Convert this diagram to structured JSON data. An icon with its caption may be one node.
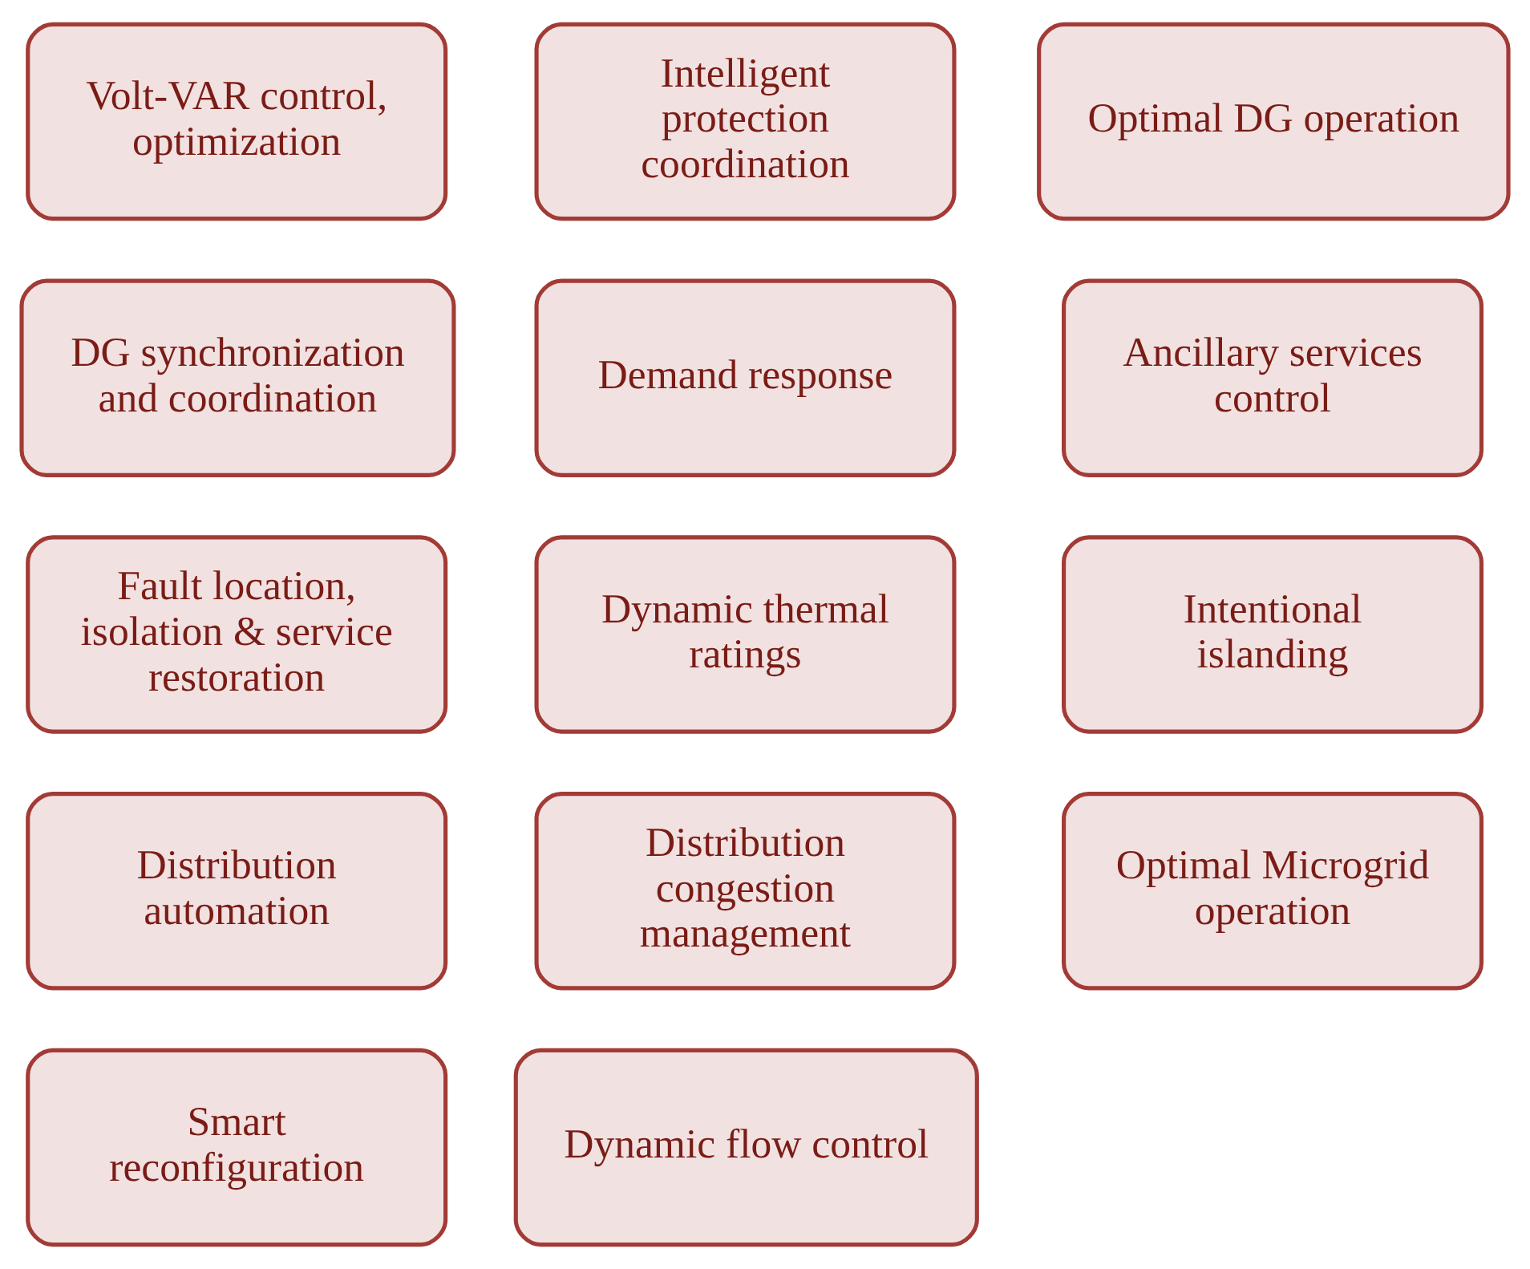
{
  "diagram": {
    "nodes": [
      {
        "text": [
          "Volt-VAR control, optimization"
        ]
      },
      {
        "text": [
          "Intelligent protection coordination"
        ]
      },
      {
        "text": [
          "Optimal DG operation"
        ]
      },
      {
        "text": [
          "DG synchronization and coordination"
        ]
      },
      {
        "text": [
          "Demand response"
        ]
      },
      {
        "text": [
          "Ancillary services control"
        ]
      },
      {
        "text": [
          "Fault location, isolation & service restoration"
        ]
      },
      {
        "text": [
          "Dynamic thermal ratings"
        ]
      },
      {
        "text": [
          "Intentional islanding"
        ]
      },
      {
        "text": [
          "Distribution automation"
        ]
      },
      {
        "text": [
          "Distribution congestion management"
        ]
      },
      {
        "text": [
          "Optimal Microgrid operation"
        ]
      },
      {
        "text": [
          "Smart reconfiguration"
        ]
      },
      {
        "text": [
          "Dynamic flow control"
        ]
      }
    ],
    "edges": []
  }
}
